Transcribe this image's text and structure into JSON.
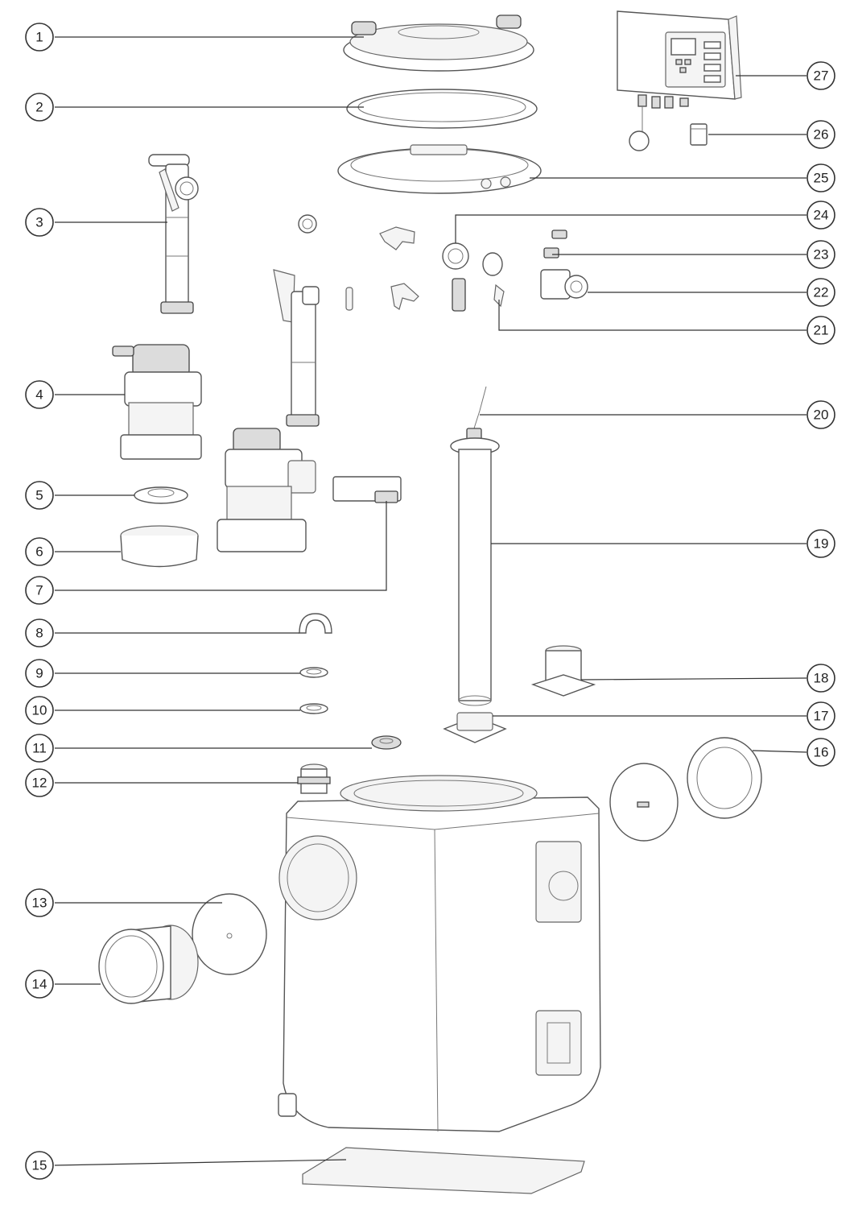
{
  "diagram": {
    "callouts": [
      {
        "label": "1"
      },
      {
        "label": "2"
      },
      {
        "label": "3"
      },
      {
        "label": "4"
      },
      {
        "label": "5"
      },
      {
        "label": "6"
      },
      {
        "label": "7"
      },
      {
        "label": "8"
      },
      {
        "label": "9"
      },
      {
        "label": "10"
      },
      {
        "label": "11"
      },
      {
        "label": "12"
      },
      {
        "label": "13"
      },
      {
        "label": "14"
      },
      {
        "label": "15"
      },
      {
        "label": "16"
      },
      {
        "label": "17"
      },
      {
        "label": "18"
      },
      {
        "label": "19"
      },
      {
        "label": "20"
      },
      {
        "label": "21"
      },
      {
        "label": "22"
      },
      {
        "label": "23"
      },
      {
        "label": "24"
      },
      {
        "label": "25"
      },
      {
        "label": "26"
      },
      {
        "label": "27"
      }
    ]
  },
  "colors": {
    "line": "#555555",
    "background": "#ffffff"
  }
}
